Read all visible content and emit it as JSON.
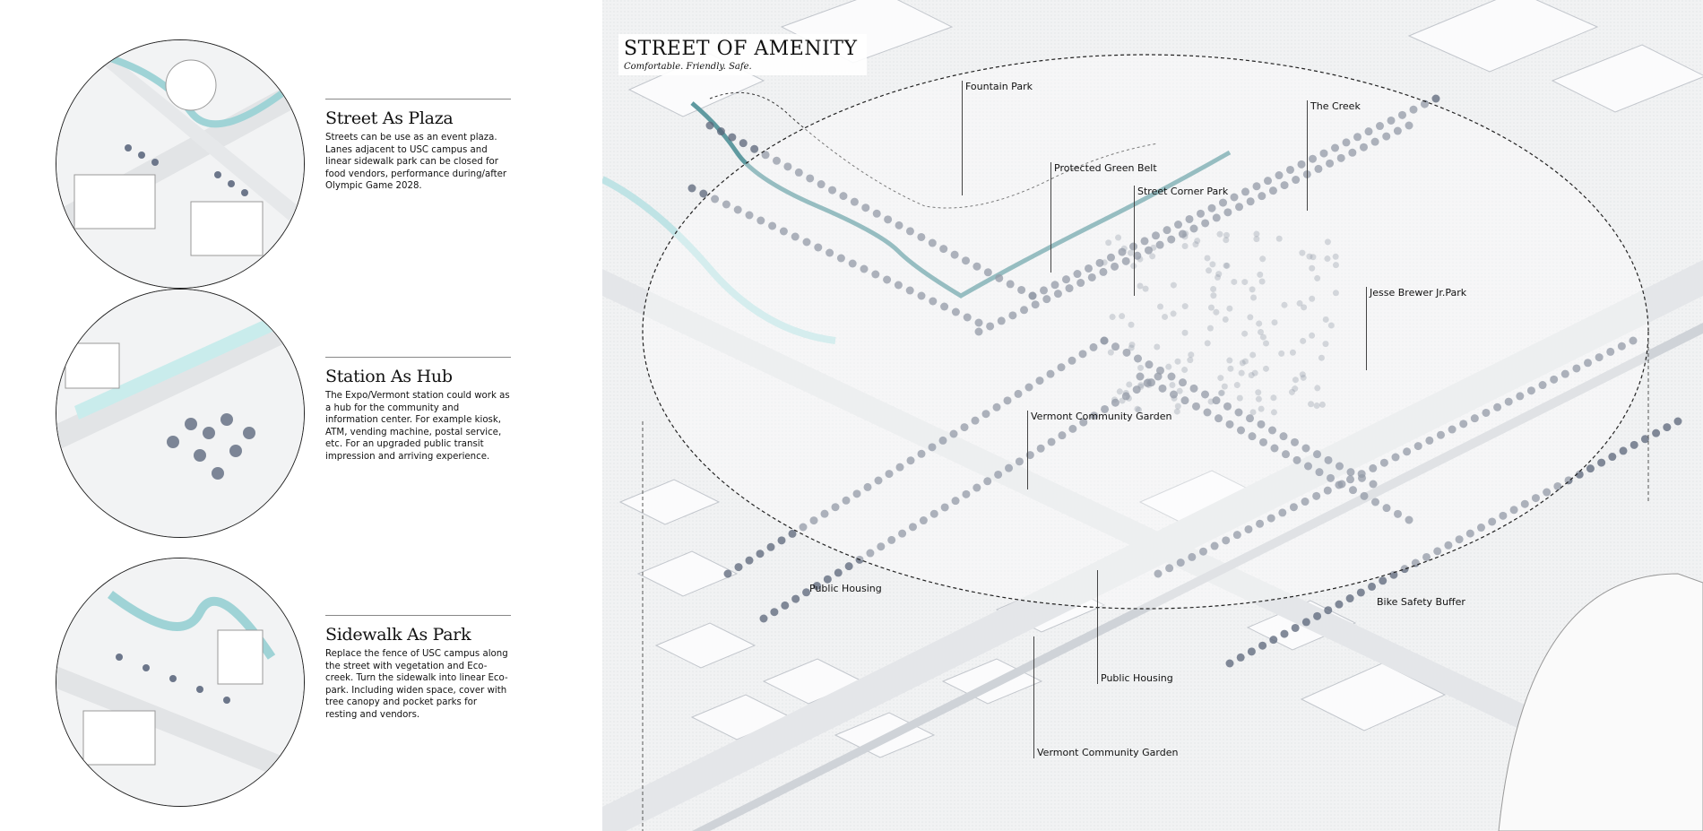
{
  "title": "STREET OF AMENITY",
  "subtitle": "Comfortable. Friendly. Safe.",
  "sections": [
    {
      "heading": "Street As Plaza",
      "body": "Streets can be use as an event plaza. Lanes adjacent to USC campus and linear sidewalk park can be closed for food vendors, performance during/after Olympic Game 2028."
    },
    {
      "heading": "Station As Hub",
      "body": "The Expo/Vermont station could work as a hub for the community and information center. For example kiosk, ATM, vending machine, postal service, etc. For an upgraded public transit impression and arriving experience."
    },
    {
      "heading": "Sidewalk As Park",
      "body": "Replace the fence of USC campus along the street with vegetation and Eco-creek. Turn the sidewalk into linear Eco-park. Including widen space, cover with tree canopy and pocket parks for resting and vendors."
    }
  ],
  "labels": {
    "fountain_park": "Fountain Park",
    "the_creek": "The Creek",
    "protected_green_belt": "Protected Green Belt",
    "street_corner_park": "Street Corner Park",
    "jesse_brewer_park": "Jesse Brewer Jr.Park",
    "vermont_garden_1": "Vermont Community Garden",
    "public_housing_1": "Public Housing",
    "bike_safety_buffer": "Bike Safety Buffer",
    "public_housing_2": "Public Housing",
    "vermont_garden_2": "Vermont Community Garden"
  },
  "colors": {
    "creek": "#5f9aa0",
    "tree": "#5a6478",
    "line": "#222222"
  }
}
